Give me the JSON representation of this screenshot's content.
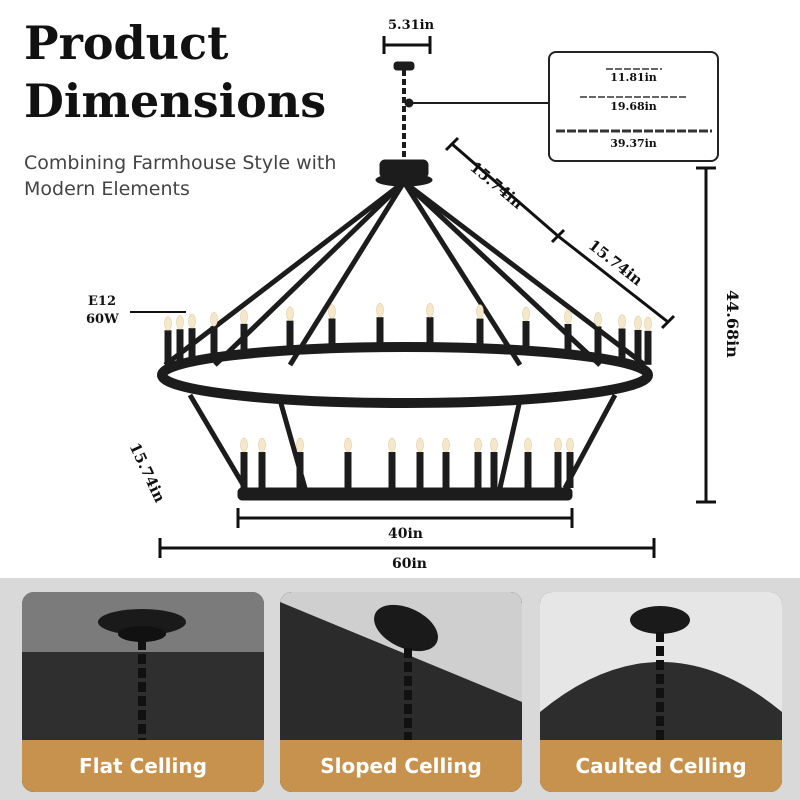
{
  "header": {
    "title_line1": "Product",
    "title_line2": "Dimensions",
    "subtitle_line1": "Combining Farmhouse Style with",
    "subtitle_line2": "Modern Elements"
  },
  "dimensions": {
    "canopy_width": "5.31in",
    "arm_upper": "15.74in",
    "arm_lower": "15.74in",
    "height": "44.68in",
    "tier_gap": "15.74in",
    "lower_ring": "40in",
    "upper_ring": "60in",
    "bulb_type": "E12",
    "bulb_watt": "60W"
  },
  "chains": {
    "short": "11.81in",
    "medium": "19.68in",
    "long": "39.37in"
  },
  "ceilings": [
    {
      "label": "Flat Celling"
    },
    {
      "label": "Sloped Celling"
    },
    {
      "label": "Caulted Celling"
    }
  ],
  "colors": {
    "iron": "#1c1c1c",
    "label_band": "#c7924e",
    "bottom_bg": "#d9d9d9"
  }
}
